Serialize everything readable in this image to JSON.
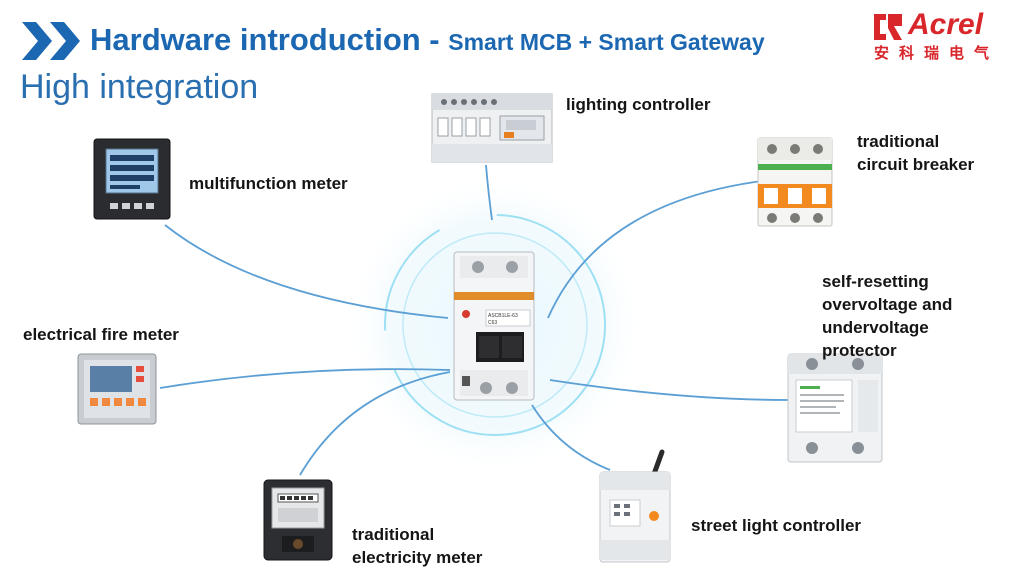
{
  "header": {
    "title": "Hardware introduction - ",
    "title_suffix": "Smart MCB + Smart Gateway",
    "subtitle": "High integration",
    "logo_text": "Acrel",
    "logo_cn": "安科瑞电气"
  },
  "devices": {
    "lighting_controller": "lighting controller",
    "traditional_circuit_breaker": [
      "traditional",
      "circuit breaker"
    ],
    "multifunction_meter": "multifunction meter",
    "protector": [
      "self-resetting",
      "overvoltage and",
      "undervoltage",
      "protector"
    ],
    "electrical_fire_meter": "electrical fire meter",
    "street_light_controller": "street light controller",
    "traditional_electricity_meter": [
      "traditional",
      "electricity meter"
    ]
  },
  "center_device": {
    "model_label": "ASCB1LE-63",
    "rating_label": "C63"
  },
  "colors": {
    "title_blue": "#1b67b2",
    "line_blue": "#5b9fd4",
    "glow_cyan": "#7fd6f0",
    "brand_red": "#d8262b",
    "breaker_orange": "#f28a1f"
  }
}
